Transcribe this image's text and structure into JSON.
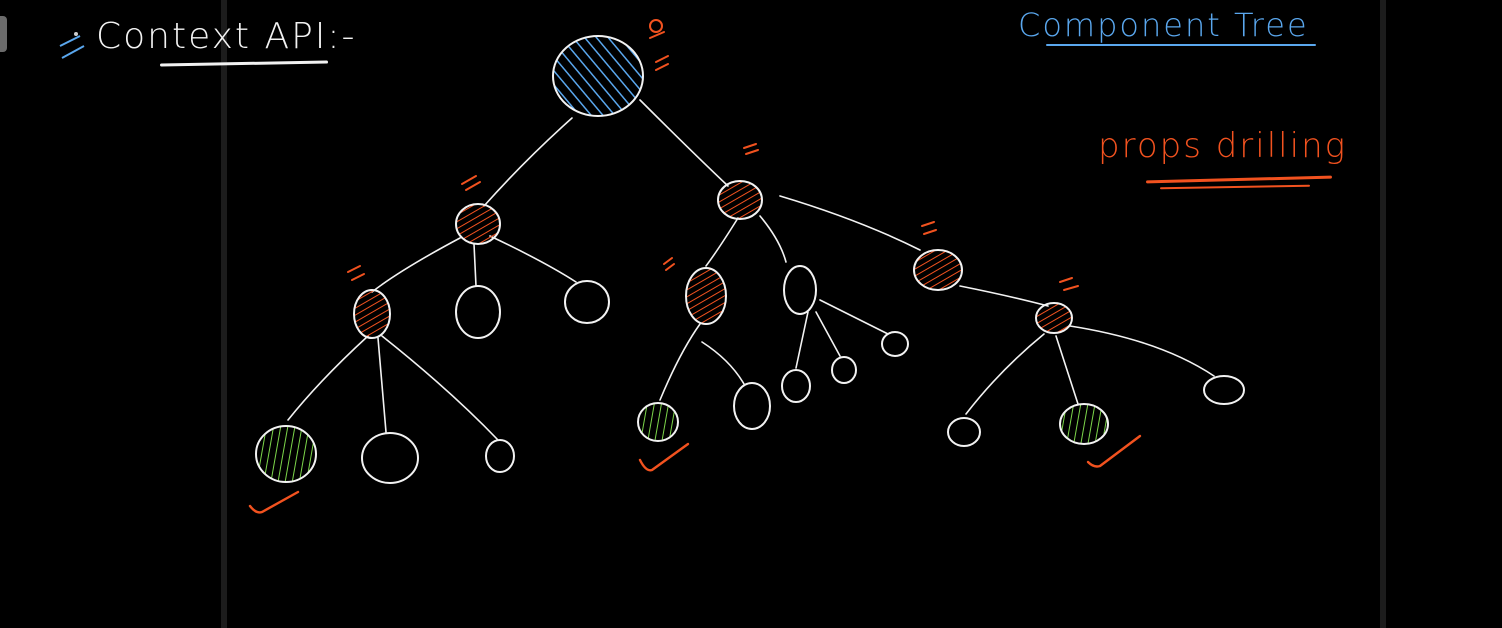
{
  "title": "Context API:-",
  "heading_right": "Component Tree",
  "note": "props drilling",
  "colors": {
    "background": "#000000",
    "ink": "#f2f2f2",
    "blue": "#5aa7ee",
    "red": "#f2521f",
    "green": "#7cd64a"
  },
  "tree": {
    "root_fill": "blue-hatch",
    "nodes": [
      {
        "id": "root",
        "fill": "blue"
      },
      {
        "id": "n1",
        "fill": "red"
      },
      {
        "id": "n2",
        "fill": "red"
      },
      {
        "id": "n3",
        "fill": "red"
      },
      {
        "id": "n1a",
        "fill": "red"
      },
      {
        "id": "n1b",
        "fill": "none"
      },
      {
        "id": "n1c",
        "fill": "none"
      },
      {
        "id": "n1a1",
        "fill": "green"
      },
      {
        "id": "n1a2",
        "fill": "none"
      },
      {
        "id": "n1a3",
        "fill": "none"
      },
      {
        "id": "n2a",
        "fill": "red"
      },
      {
        "id": "n2b",
        "fill": "none"
      },
      {
        "id": "n2a1",
        "fill": "green"
      },
      {
        "id": "n2a2",
        "fill": "none"
      },
      {
        "id": "n2b1",
        "fill": "none"
      },
      {
        "id": "n2b2",
        "fill": "none"
      },
      {
        "id": "n2b3",
        "fill": "none"
      },
      {
        "id": "n3a",
        "fill": "red"
      },
      {
        "id": "n3a1",
        "fill": "none"
      },
      {
        "id": "n3a2",
        "fill": "green"
      },
      {
        "id": "n3a3",
        "fill": "none"
      }
    ],
    "edges": [
      [
        "root",
        "n1"
      ],
      [
        "root",
        "n2"
      ],
      [
        "n2",
        "n3"
      ],
      [
        "n1",
        "n1a"
      ],
      [
        "n1",
        "n1b"
      ],
      [
        "n1",
        "n1c"
      ],
      [
        "n1a",
        "n1a1"
      ],
      [
        "n1a",
        "n1a2"
      ],
      [
        "n1a",
        "n1a3"
      ],
      [
        "n2",
        "n2a"
      ],
      [
        "n2",
        "n2b"
      ],
      [
        "n2a",
        "n2a1"
      ],
      [
        "n2a",
        "n2a2"
      ],
      [
        "n2b",
        "n2b1"
      ],
      [
        "n2b",
        "n2b2"
      ],
      [
        "n2b",
        "n2b3"
      ],
      [
        "n3",
        "n3a"
      ],
      [
        "n3a",
        "n3a1"
      ],
      [
        "n3a",
        "n3a2"
      ],
      [
        "n3a",
        "n3a3"
      ]
    ],
    "checkmarks": [
      "n1a1",
      "n2a1",
      "n3a2"
    ]
  }
}
